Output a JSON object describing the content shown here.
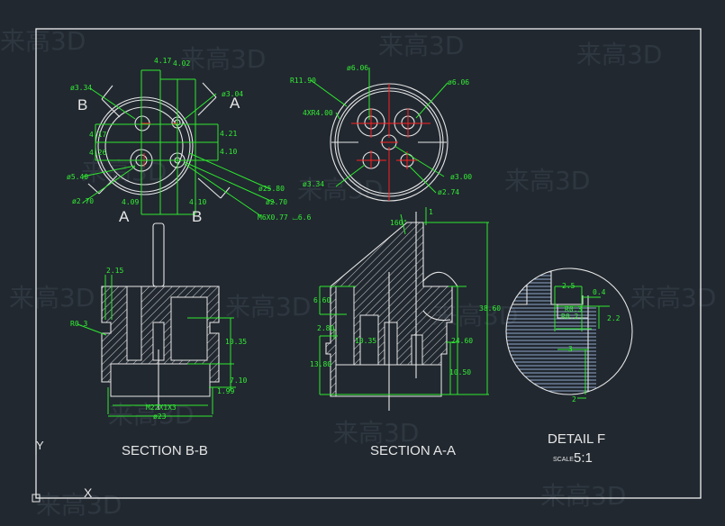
{
  "watermark": "来高3D",
  "colors": {
    "background": "#212830",
    "geometry": "#e6e6e6",
    "dimension": "#2ee82e",
    "centerline": "#ff2020"
  },
  "axes": {
    "y": "Y",
    "x": "X"
  },
  "top_view_1": {
    "section_labels": {
      "b_top": "B",
      "a_top": "A",
      "a_bottom": "A",
      "b_bottom": "B"
    },
    "dims": {
      "d1": "4.17",
      "d2": "4.02",
      "d3": "ø3.34",
      "d4": "ø3.04",
      "d5": "4.17",
      "d6": "4.26",
      "d7": "4.21",
      "d8": "4.10",
      "d9": "ø5.40",
      "d10": "ø2.70",
      "d11": "4.09",
      "d12": "4.10",
      "d13": "ø25.80",
      "d14": "ø2.70",
      "d15": "M6X0.77 ⌴6.6"
    }
  },
  "top_view_2": {
    "dims": {
      "d1": "R11.90",
      "d2": "ø6.06",
      "d3": "ø6.06",
      "d4": "4XR4.00",
      "d5": "ø3.34",
      "d6": "ø3.00",
      "d7": "ø2.74"
    }
  },
  "section_bb": {
    "title": "SECTION B-B",
    "dims": {
      "d1": "2.15",
      "d2": "R0.3",
      "d3": "10.35",
      "d4": "7.10",
      "d5": "1.99",
      "d6": "M22X1X3",
      "d7": "ø23"
    }
  },
  "section_aa": {
    "title": "SECTION A-A",
    "dims": {
      "d1": "160°",
      "d2": "1",
      "d3": "38.60",
      "d4": "6.60",
      "d5": "2.80",
      "d6": "10.35",
      "d7": "24.60",
      "d8": "13.80",
      "d9": "10.50"
    }
  },
  "detail_f": {
    "title": "DETAIL F",
    "scale_label": "SCALE",
    "scale": "5:1",
    "dims": {
      "d1": "2.5",
      "d2": "0.4",
      "d3": "R0.3",
      "d4": "R0.2",
      "d5": "2.2",
      "d6": "3",
      "d7": "2"
    }
  }
}
